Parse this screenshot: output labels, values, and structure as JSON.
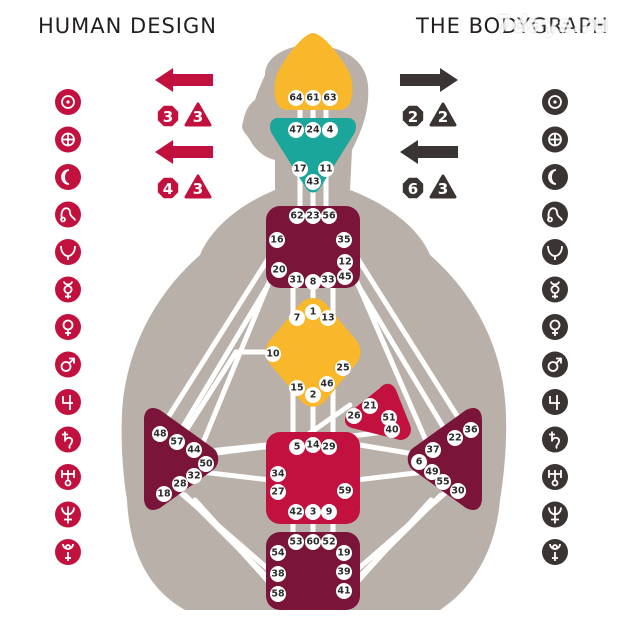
{
  "header": {
    "title_left": "HUMAN DESIGN",
    "title_right": "THE BODYGRAPH",
    "watermark": "7days.ru"
  },
  "colors": {
    "red": "#c2113e",
    "dark": "#3a3533",
    "body": "#b9b0a9",
    "yellow": "#f9b82c",
    "teal": "#1aa69a",
    "maroon": "#7a1539"
  },
  "planets": [
    "sun-icon",
    "earth-icon",
    "moon-icon",
    "north-node-icon",
    "south-node-icon",
    "mercury-icon",
    "venus-icon",
    "mars-icon",
    "jupiter-icon",
    "saturn-icon",
    "uranus-icon",
    "neptune-icon",
    "pluto-icon"
  ],
  "activations": {
    "left": [
      {
        "direction": "left",
        "numbers": [
          "3",
          "3"
        ]
      },
      {
        "direction": "left",
        "numbers": [
          "4",
          "3"
        ]
      }
    ],
    "right": [
      {
        "direction": "right",
        "numbers": [
          "2",
          "2"
        ]
      },
      {
        "direction": "left",
        "numbers": [
          "6",
          "3"
        ]
      }
    ]
  },
  "gates": {
    "head": [
      "64",
      "61",
      "63"
    ],
    "ajna": [
      "47",
      "24",
      "4",
      "17",
      "43",
      "11"
    ],
    "throat": [
      "62",
      "23",
      "56",
      "16",
      "35",
      "12",
      "20",
      "45",
      "31",
      "8",
      "33"
    ],
    "g_center": [
      "7",
      "1",
      "13",
      "10",
      "25",
      "15",
      "2",
      "46"
    ],
    "heart": [
      "21",
      "26",
      "51",
      "40"
    ],
    "spleen": [
      "48",
      "57",
      "44",
      "50",
      "32",
      "28",
      "18"
    ],
    "sacral": [
      "5",
      "14",
      "29",
      "34",
      "27",
      "59",
      "42",
      "3",
      "9"
    ],
    "solar_plexus": [
      "36",
      "22",
      "37",
      "6",
      "49",
      "55",
      "30"
    ],
    "root": [
      "53",
      "60",
      "52",
      "54",
      "19",
      "38",
      "39",
      "58",
      "41"
    ]
  }
}
